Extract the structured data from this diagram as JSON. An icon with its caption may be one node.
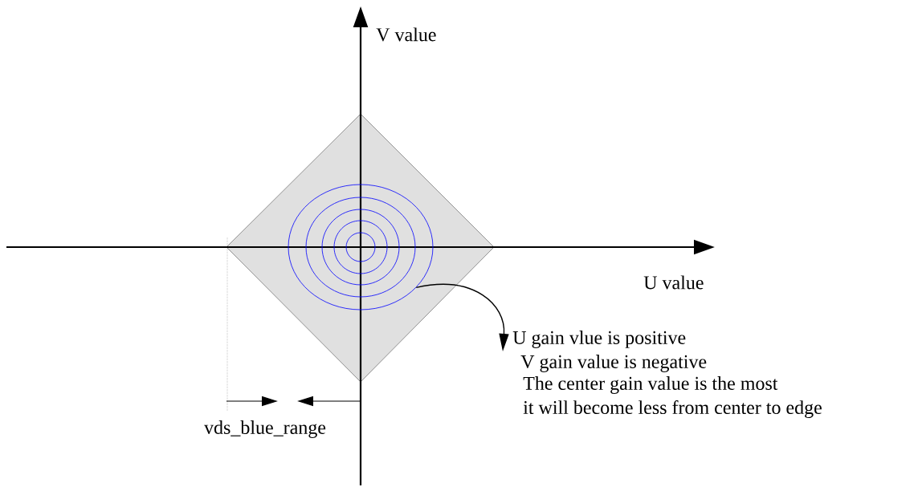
{
  "diagram": {
    "nodes": [
      {
        "text": [],
        "shape": "circle"
      },
      {
        "text": [
          "U gain vlue is positive",
          "V gain value is negative"
        ]
      }
    ],
    "edges": [
      {
        "from": 0,
        "to": 1,
        "arrow": "to"
      }
    ],
    "labels": [
      "V value",
      "U value",
      "vds_blue_range",
      "The center gain value is the most",
      "it will become less from center to edge"
    ]
  }
}
